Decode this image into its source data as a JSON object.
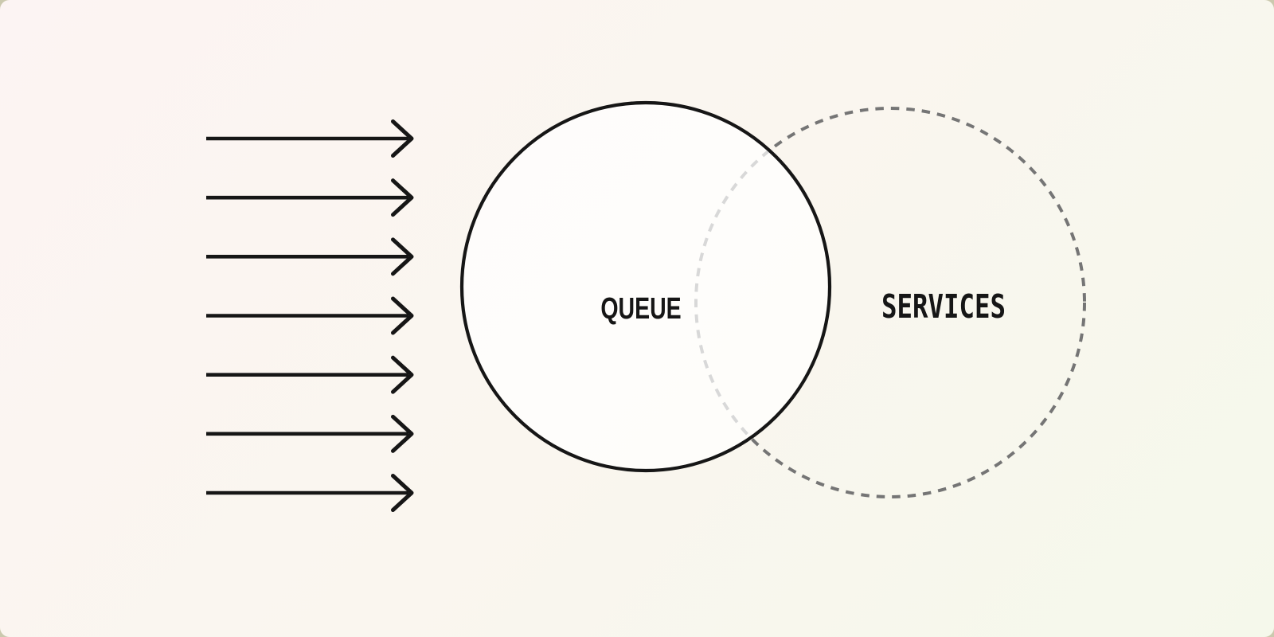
{
  "card": {
    "outside_color": "#cbc9ae",
    "background_gradient": {
      "angle": "132deg",
      "stops": [
        "#fcf4f3",
        "#faf6ef",
        "#f5f8eb"
      ]
    }
  },
  "diagram": {
    "queue": {
      "label": "QUEUE"
    },
    "services": {
      "label": "SERVICES"
    },
    "arrivals": {
      "icon": "arrow-right-icon",
      "count": 7
    },
    "colors": {
      "ink": "#161616",
      "dashed_stroke": "#757575",
      "dashed_stroke_under_circle": "#d8d8d8",
      "queue_fill": "rgba(255,255,255,0.72)"
    }
  }
}
